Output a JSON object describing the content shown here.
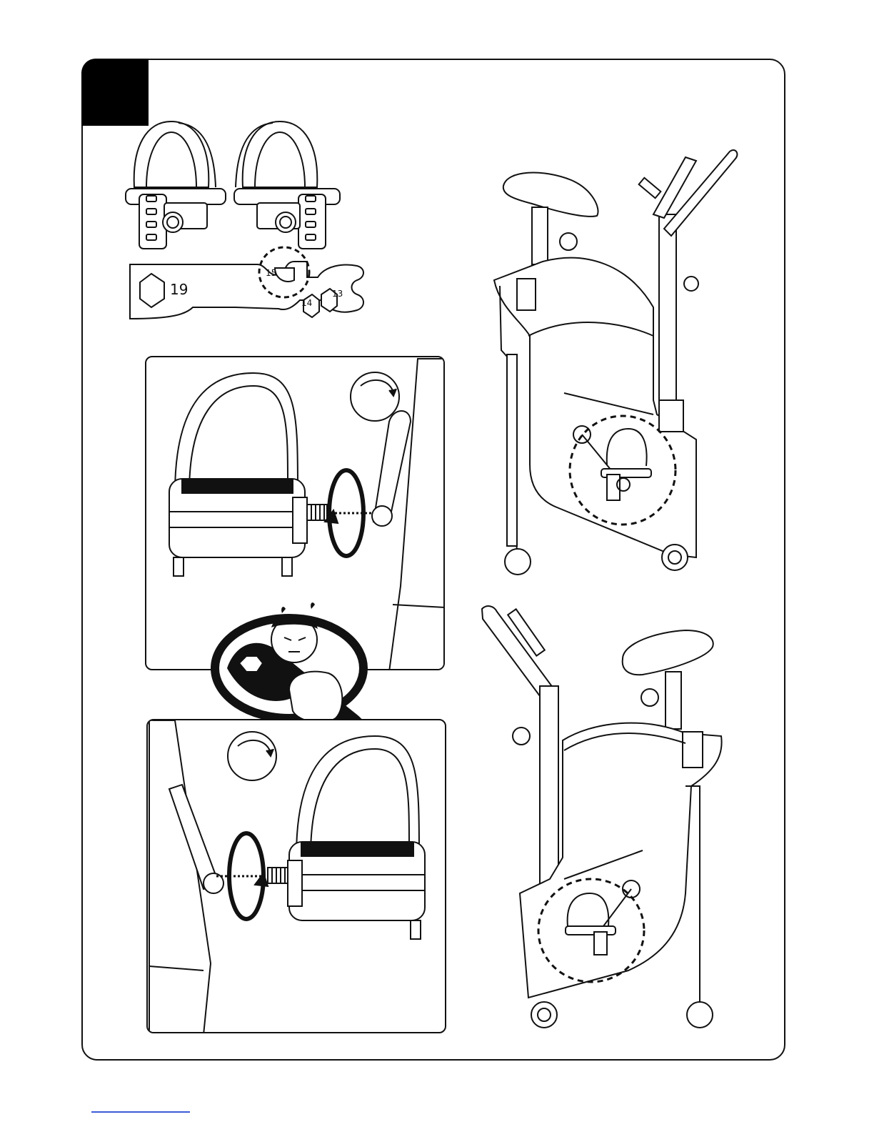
{
  "wrench": {
    "size_19": "19",
    "size_15": "15",
    "size_14": "14",
    "size_13": "13"
  },
  "colors": {
    "line": "#111111",
    "shade": "#c8c8c8",
    "footer_rule": "#3b5bd9"
  },
  "icons": {
    "rotate_clockwise": "rotate-clockwise-icon",
    "tighten_warning": "wrench-effort-icon"
  }
}
